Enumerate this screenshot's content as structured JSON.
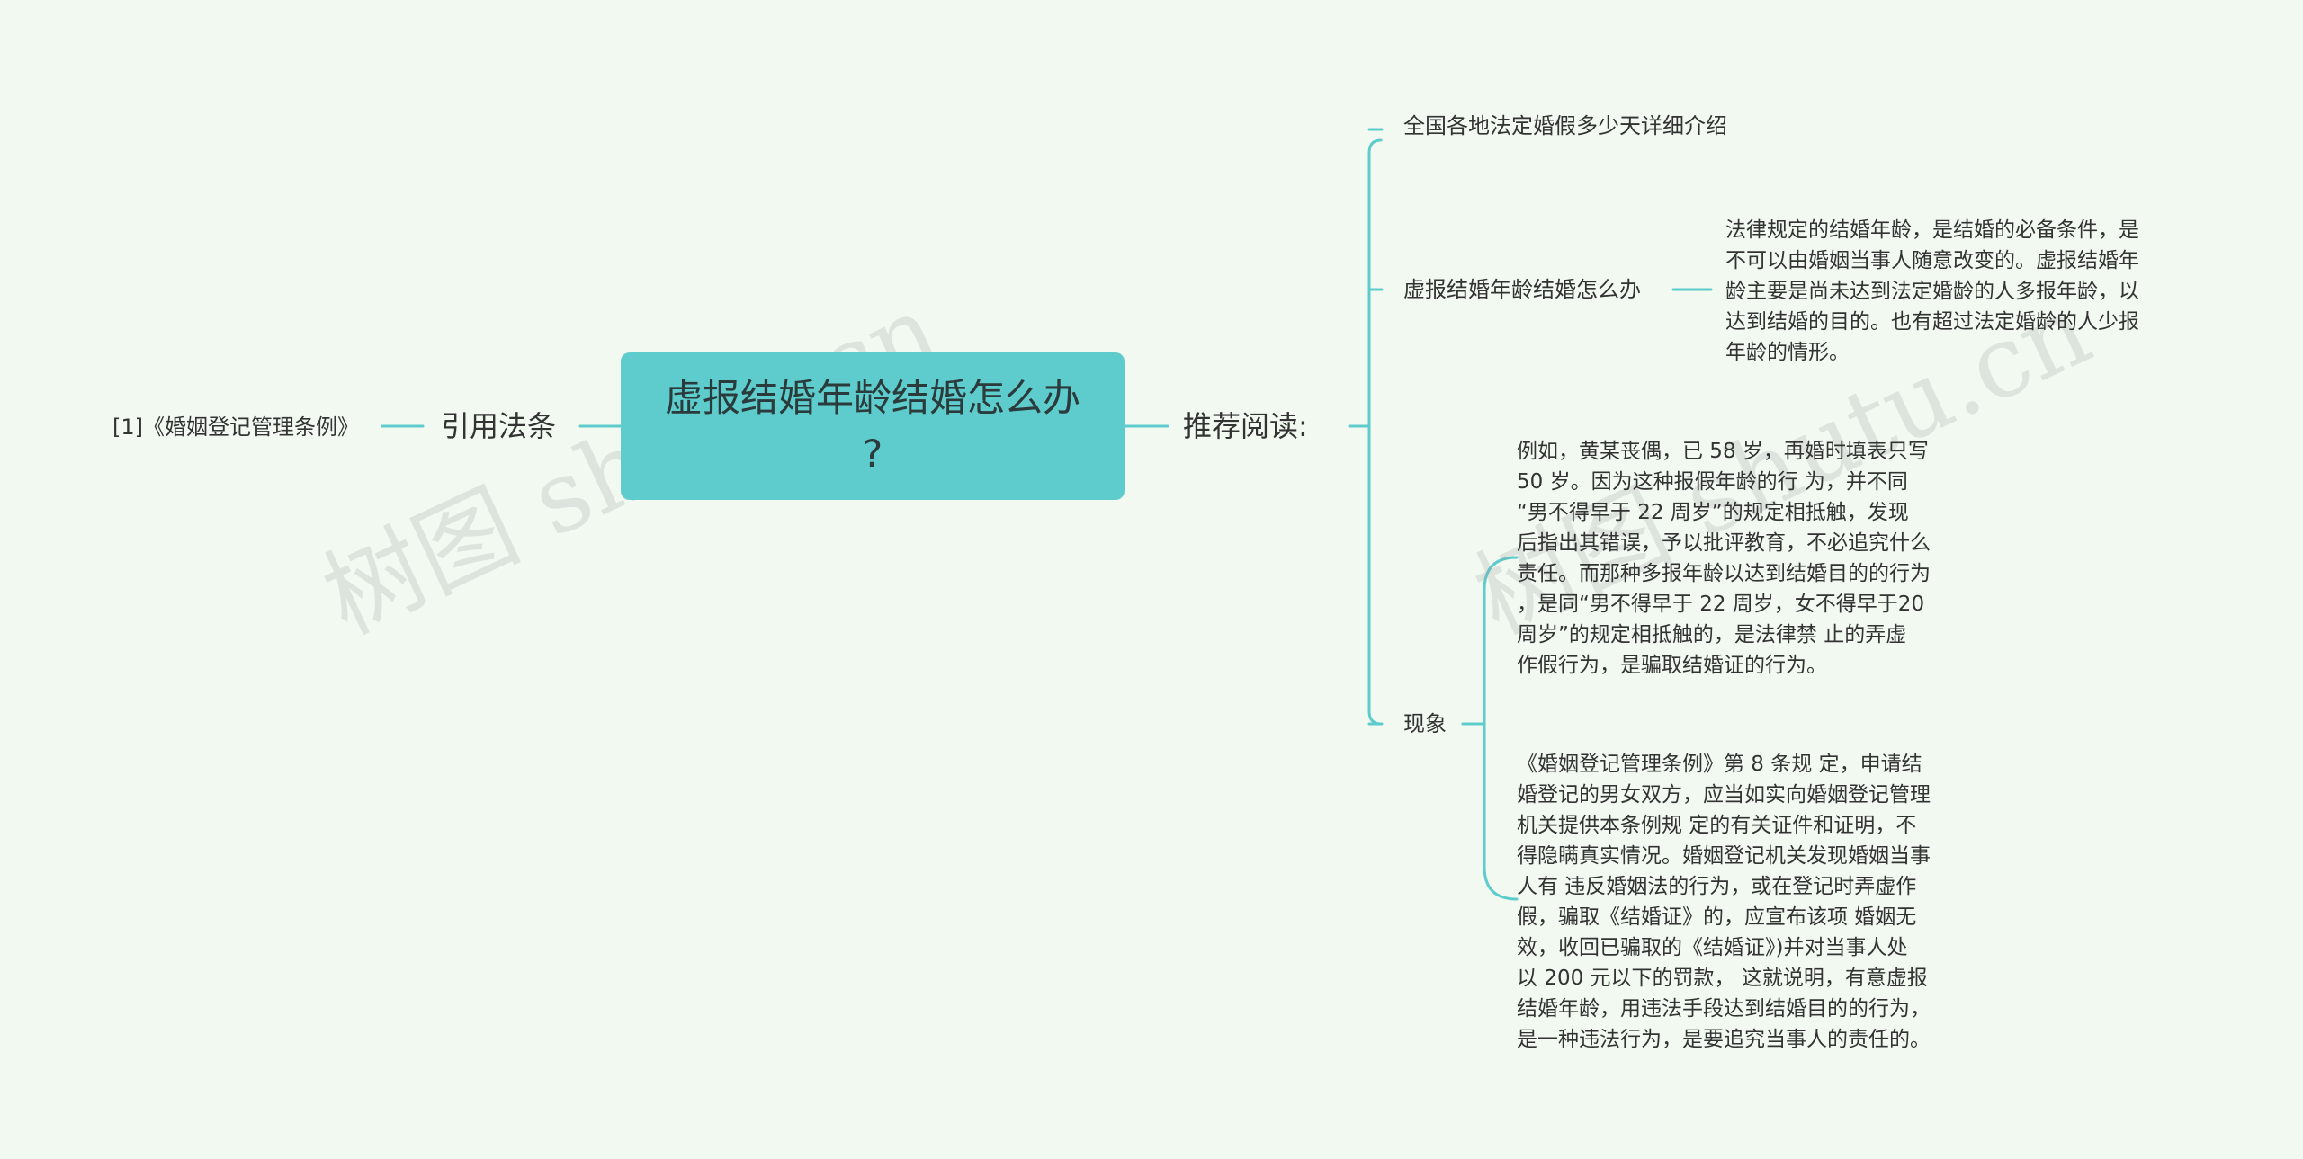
{
  "root": {
    "title": "虚报结婚年龄结婚怎么办\n?"
  },
  "left": {
    "branch": "引用法条",
    "leaf": "[1]《婚姻登记管理条例》"
  },
  "right": {
    "branch": "推荐阅读:",
    "items": [
      {
        "label": "全国各地法定婚假多少天详细介绍"
      },
      {
        "label": "虚报结婚年龄结婚怎么办",
        "detail": "法律规定的结婚年龄，是结婚的必备条件，是\n不可以由婚姻当事人随意改变的。虚报结婚年\n龄主要是尚未达到法定婚龄的人多报年龄，以\n达到结婚的目的。也有超过法定婚龄的人少报\n年龄的情形。"
      },
      {
        "label": "现象",
        "details": [
          "例如，黄某丧偶，已 58 岁，再婚时填表只写\n 50 岁。因为这种报假年龄的行 为，并不同\n“男不得早于 22 周岁”的规定相抵触，发现\n后指出其错误，予以批评教育，不必追究什么\n责任。而那种多报年龄以达到结婚目的的行为\n，是同“男不得早于 22 周岁，女不得早于20\n周岁”的规定相抵触的，是法律禁 止的弄虚\n作假行为，是骗取结婚证的行为。",
          "《婚姻登记管理条例》第 8 条规 定，申请结\n婚登记的男女双方，应当如实向婚姻登记管理\n机关提供本条例规 定的有关证件和证明，不\n得隐瞒真实情况。婚姻登记机关发现婚姻当事\n人有 违反婚姻法的行为，或在登记时弄虚作\n假，骗取《结婚证》的，应宣布该项 婚姻无\n效，收回已骗取的《结婚证》)并对当事人处\n以 200 元以下的罚款， 这就说明，有意虚报\n结婚年龄，用违法手段达到结婚目的的行为，\n是一种违法行为，是要追究当事人的责任的。"
        ]
      }
    ]
  },
  "watermark": "树图 shutu.cn",
  "colors": {
    "line": "#5ecbcc",
    "root_fill": "#5ecbcc",
    "background": "#f1f9f1"
  }
}
